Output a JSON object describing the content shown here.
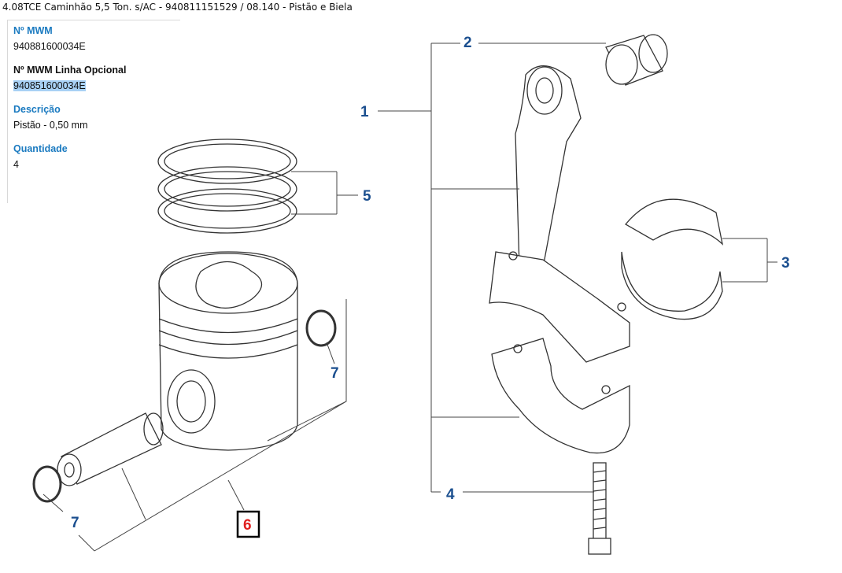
{
  "header": {
    "title": "4.08TCE Caminhão 5,5 Ton. s/AC - 940811151529  /  08.140 - Pistão e Biela"
  },
  "details": {
    "mwm_label": "Nº MWM",
    "mwm_value": "940881600034E",
    "optional_label": "Nº MWM Linha Opcional",
    "optional_value": "940851600034E",
    "description_label": "Descrição",
    "description_value": "Pistão - 0,50 mm",
    "quantity_label": "Quantidade",
    "quantity_value": "4"
  },
  "diagram": {
    "callouts": [
      "1",
      "2",
      "3",
      "4",
      "5",
      "6",
      "7",
      "7"
    ],
    "selected_callout": "6",
    "selected_color": "#e02020",
    "callout_color": "#1b4f8f"
  }
}
